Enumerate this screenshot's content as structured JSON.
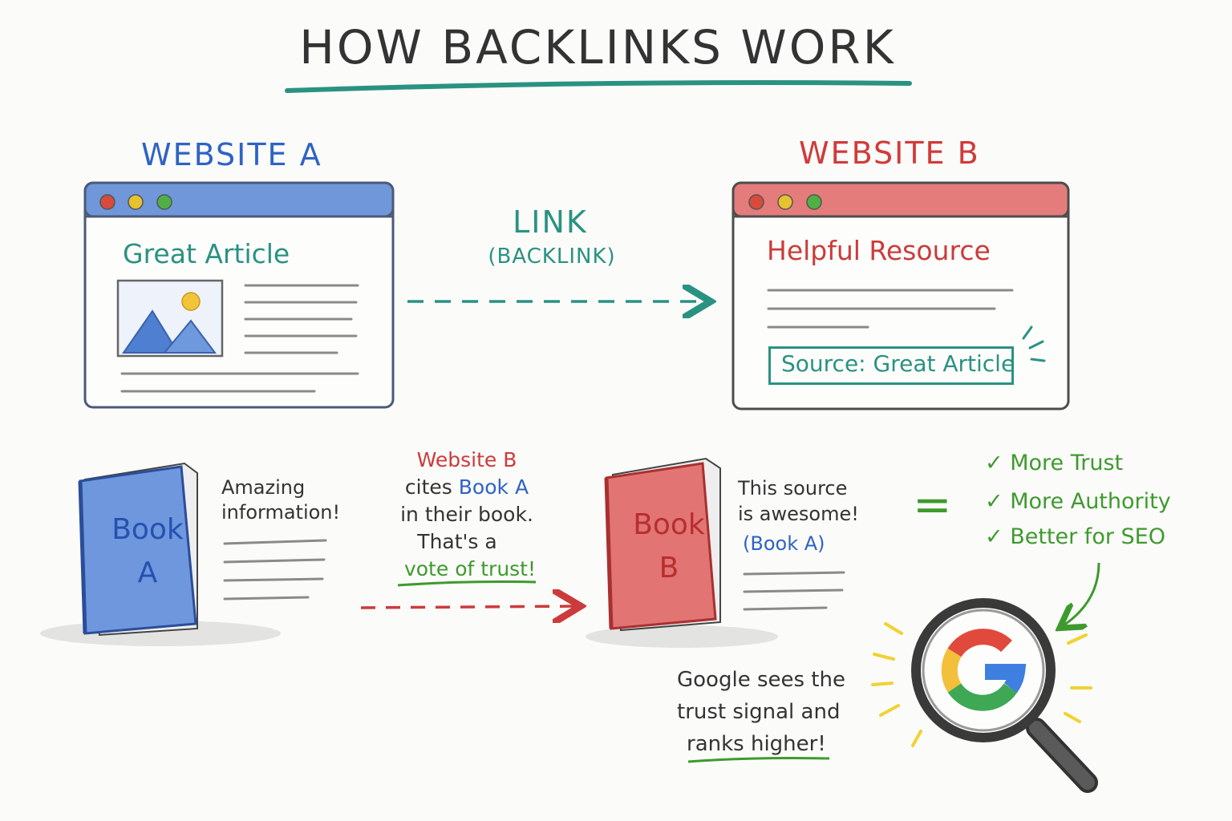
{
  "title": "How Backlinks Work",
  "website_a": {
    "label": "Website A",
    "heading": "Great Article"
  },
  "website_b": {
    "label": "Website B",
    "heading": "Helpful Resource",
    "source_box": "Source: Great Article"
  },
  "link": {
    "main": "LINK",
    "sub": "(BACKLINK)"
  },
  "book_a": {
    "line1": "Book",
    "line2": "A",
    "note_line1": "Amazing",
    "note_line2": "information!"
  },
  "citation": {
    "line1": "Website B",
    "line2_prefix": "cites",
    "line2_highlight": "Book A",
    "line3": "in their book.",
    "line4": "That's a",
    "line5": "vote of trust!"
  },
  "book_b": {
    "line1": "Book",
    "line2": "B",
    "note_line1": "This source",
    "note_line2": "is awesome!",
    "note_line3": "(Book A)"
  },
  "equals": "=",
  "benefits": [
    "✓ More Trust",
    "✓ More Authority",
    "✓ Better for SEO"
  ],
  "google_note": {
    "line1": "Google sees the",
    "line2": "trust signal and",
    "line3": "ranks higher!"
  },
  "colors": {
    "teal": "#2a9282",
    "blue": "#2f63c4",
    "red": "#d23a3a",
    "green": "#3e9a2e"
  },
  "icons": [
    "image-placeholder-icon",
    "magnifying-glass-icon",
    "google-g-logo"
  ]
}
